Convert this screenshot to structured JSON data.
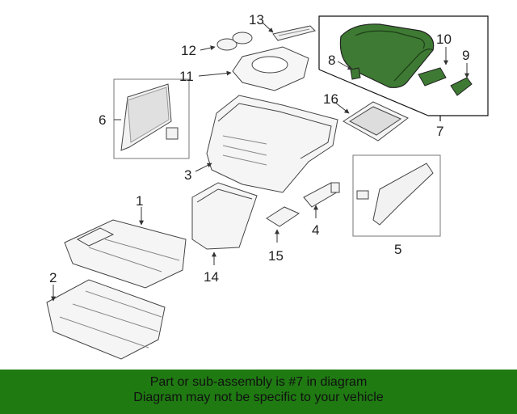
{
  "diagram": {
    "callouts": [
      "1",
      "2",
      "3",
      "4",
      "5",
      "6",
      "7",
      "8",
      "9",
      "10",
      "11",
      "12",
      "13",
      "14",
      "15",
      "16"
    ]
  },
  "banner": {
    "line1": "Part or sub-assembly is #7 in diagram",
    "line2": "Diagram may not be specific to your vehicle"
  },
  "colors": {
    "highlight": "#2f6e2a",
    "banner": "#1f7a12"
  }
}
